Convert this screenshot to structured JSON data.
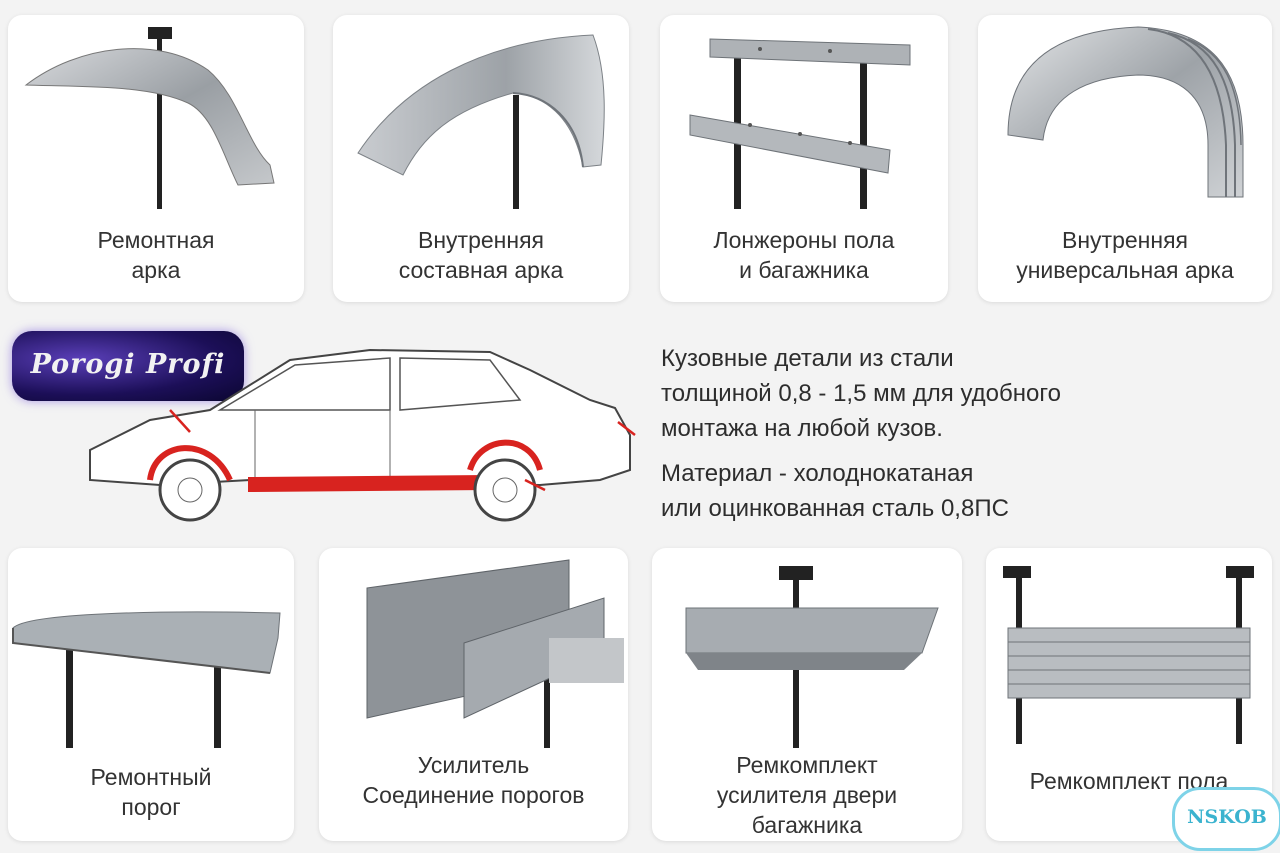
{
  "products_top": [
    {
      "caption_1": "Ремонтная",
      "caption_2": "арка",
      "icon": "repair-arch-icon"
    },
    {
      "caption_1": "Внутренняя",
      "caption_2": "составная арка",
      "icon": "inner-composite-arch-icon"
    },
    {
      "caption_1": "Лонжероны пола",
      "caption_2": "и багажника",
      "icon": "floor-rails-icon"
    },
    {
      "caption_1": "Внутренняя",
      "caption_2": "универсальная арка",
      "icon": "universal-arch-icon"
    }
  ],
  "products_bottom": [
    {
      "caption_1": "Ремонтный",
      "caption_2": "порог",
      "icon": "sill-icon"
    },
    {
      "caption_1": "Усилитель",
      "caption_2": "Соединение порогов",
      "icon": "reinforcement-icon"
    },
    {
      "caption_1": "Ремкомплект",
      "caption_2": "усилителя двери",
      "caption_3": "багажника",
      "icon": "trunk-door-kit-icon"
    },
    {
      "caption_1": "Ремкомплект пола",
      "icon": "floor-kit-icon"
    }
  ],
  "logo": {
    "text": "Porogi Profi"
  },
  "description": {
    "line1": "Кузовные детали из стали",
    "line2": "толщиной 0,8 - 1,5 мм для удобного",
    "line3": "монтажа на любой кузов.",
    "line4": "Материал - холоднокатаная",
    "line5": "или оцинкованная сталь 0,8ПС"
  },
  "colors": {
    "highlight": "#d8231f",
    "steel": "#a7acb1",
    "logo_bg": "#1c0f58"
  },
  "watermark": {
    "text": "NSKOB"
  }
}
